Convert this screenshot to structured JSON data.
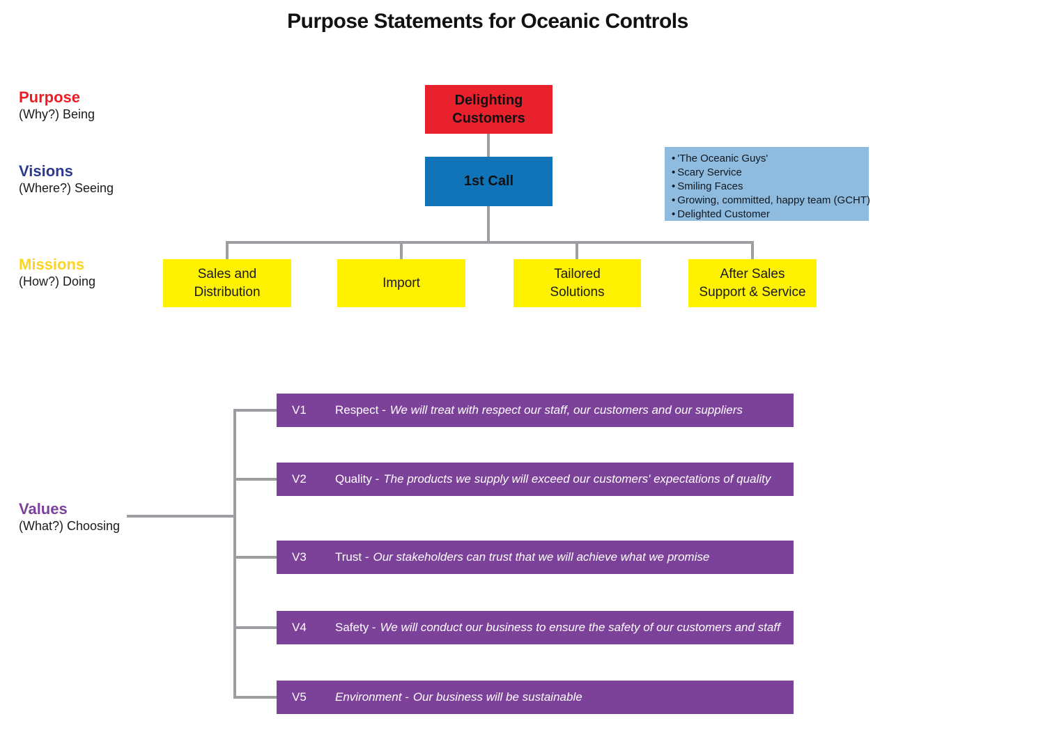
{
  "title": "Purpose Statements for Oceanic Controls",
  "row_labels": [
    {
      "heading": "Purpose",
      "sub": "(Why?) Being",
      "color": "#ED1C24"
    },
    {
      "heading": "Visions",
      "sub": "(Where?) Seeing",
      "color": "#2B3990"
    },
    {
      "heading": "Missions",
      "sub": "(How?) Doing",
      "color": "#FFD41E"
    },
    {
      "heading": "Values",
      "sub": "(What?) Choosing",
      "color": "#7B4199"
    }
  ],
  "purpose_box": {
    "label": "Delighting\nCustomers",
    "color": "#E8212C"
  },
  "vision_box": {
    "label": "1st Call",
    "color": "#1173B8"
  },
  "vision_notes": {
    "bullet": "•",
    "color": "#8FBBDF",
    "items": [
      "'The Oceanic Guys'",
      "Scary Service",
      "Smiling Faces",
      "Growing, committed, happy team (GCHT)",
      "Delighted Customer"
    ]
  },
  "missions": [
    {
      "label": "Sales and\nDistribution"
    },
    {
      "label": "Import"
    },
    {
      "label": "Tailored\nSolutions"
    },
    {
      "label": "After Sales\nSupport & Service"
    }
  ],
  "missions_color": "#FFF200",
  "values_color": "#7C4199",
  "connector_color": "#9C9EA1",
  "values": [
    {
      "code": "V1",
      "name": "Respect -",
      "statement": "We will treat with respect our staff, our customers and our suppliers"
    },
    {
      "code": "V2",
      "name": "Quality -",
      "statement": "The products we supply will exceed our customers' expectations of quality"
    },
    {
      "code": "V3",
      "name": "Trust -",
      "statement": "Our stakeholders can trust that we will achieve what we promise"
    },
    {
      "code": "V4",
      "name": "Safety -",
      "statement": "We will conduct our business to ensure the safety of our customers and staff"
    },
    {
      "code": "V5",
      "name": "Environment -",
      "statement": "Our business will be sustainable"
    }
  ]
}
